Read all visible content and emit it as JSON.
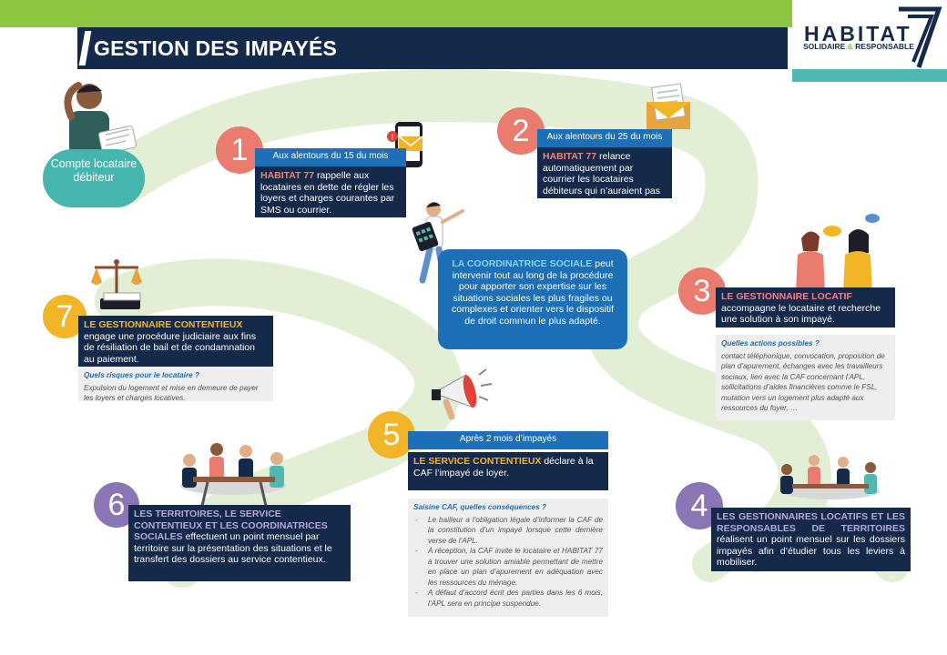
{
  "header": {
    "title": "GESTION DES IMPAYÉS",
    "logo_word": "HABITAT",
    "logo_sub_1": "SOLIDAIRE",
    "logo_sub_amp": "&",
    "logo_sub_2": "RESPONSABLE",
    "logo_number": "77"
  },
  "start": {
    "label": "Compte locataire débiteur"
  },
  "steps": {
    "s1": {
      "number": "1",
      "timing": "Aux alentours du 15 du mois",
      "highlight": "HABITAT 77",
      "text": " rappelle aux locataires en dette de régler les loyers et charges courantes par SMS ou courrier."
    },
    "s2": {
      "number": "2",
      "timing": "Aux alentours du 25 du mois",
      "highlight": "HABITAT 77",
      "text": " relance automatiquement par courrier les locataires débiteurs qui n’auraient pas encore payé."
    },
    "s3": {
      "number": "3",
      "highlight": "LE GESTIONNAIRE LOCATIF",
      "text": " accompagne  le locataire et recherche une solution à son impayé.",
      "question": "Quelles actions possibles ?",
      "details": "contact téléphonique, convocation, proposition de plan d’apurement, échanges avec les travailleurs sociaux, lien avec la CAF concernant l’APL, sollicitations d’aides financières comme le FSL, mutation vers un logement plus adapté aux ressources du foyer, …"
    },
    "s4": {
      "number": "4",
      "highlight": "LES GESTIONNAIRES LOCATIFS ET LES RESPONSABLES DE TERRITOIRES",
      "text": " réalisent un point mensuel sur les dossiers impayés afin d’étudier tous les leviers à mobiliser."
    },
    "s5": {
      "number": "5",
      "timing": "Après 2 mois d’impayés",
      "highlight": "LE SERVICE CONTENTIEUX",
      "text": " déclare à la CAF l’impayé de loyer.",
      "question": "Saisine CAF, quelles conséquences ?",
      "bullets": [
        "Le bailleur a l’obligation légale d’informer la CAF de la constitution d’un impayé lorsque cette dernière verse de l’APL.",
        "A réception, la CAF invite le locataire et HABITAT 77 à trouver une solution amiable permettant de mettre en place un plan d’apurement en adéquation avec les ressources du ménage.",
        "A défaut d’accord écrit des parties dans les 6 mois, l’APL sera en principe suspendue."
      ]
    },
    "s6": {
      "number": "6",
      "highlight": "LES TERRITOIRES, LE SERVICE CONTENTIEUX ET LES COORDINATRICES SOCIALES",
      "text": " effectuent un point mensuel par territoire sur la présentation des situations et le transfert des dossiers au service contentieux."
    },
    "s7": {
      "number": "7",
      "highlight": "LE GESTIONNAIRE CONTENTIEUX",
      "text": " engage une procédure judiciaire aux fins de résiliation de bail et de condamnation au paiement.",
      "question": "Quels risques pour le locataire ?",
      "details": "Expulsion du logement et mise en demeure de payer les loyers et charges locatives."
    }
  },
  "coordinator": {
    "highlight": "LA COORDINATRICE SOCIALE",
    "text": " peut intervenir tout au long de la procédure pour apporter son expertise sur les situations sociales les plus fragiles ou complexes et orienter vers le dispositif de droit commun le plus adapté."
  },
  "colors": {
    "navy": "#15294a",
    "green": "#8cc63f",
    "teal": "#46b5ad",
    "blue": "#1d6fb8",
    "salmon": "#ea7b6f",
    "yellow": "#f3b528",
    "purple": "#8a76b4"
  },
  "icons": [
    "person-thinking-icon",
    "phone-mail-icon",
    "envelope-letter-icon",
    "woman-calculator-icon",
    "two-women-talking-icon",
    "justice-scale-icon",
    "megaphone-icon",
    "meeting-table-icon"
  ]
}
